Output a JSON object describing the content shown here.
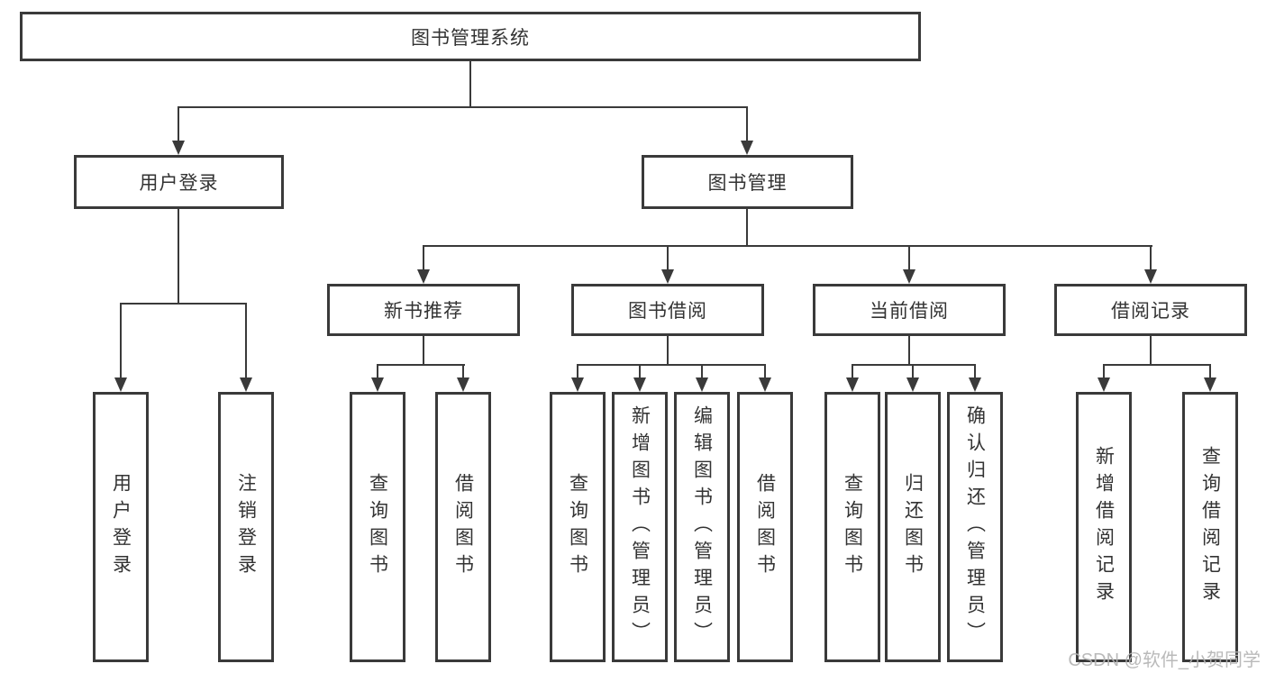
{
  "tree": {
    "label": "图书管理系统",
    "children": [
      {
        "label": "用户登录",
        "children": [
          {
            "label": "用户登录"
          },
          {
            "label": "注销登录"
          }
        ]
      },
      {
        "label": "图书管理",
        "children": [
          {
            "label": "新书推荐",
            "children": [
              {
                "label": "查询图书"
              },
              {
                "label": "借阅图书"
              }
            ]
          },
          {
            "label": "图书借阅",
            "children": [
              {
                "label": "查询图书"
              },
              {
                "label": "新增图书（管理员）"
              },
              {
                "label": "编辑图书（管理员）"
              },
              {
                "label": "借阅图书"
              }
            ]
          },
          {
            "label": "当前借阅",
            "children": [
              {
                "label": "查询图书"
              },
              {
                "label": "归还图书"
              },
              {
                "label": "确认归还（管理员）"
              }
            ]
          },
          {
            "label": "借阅记录",
            "children": [
              {
                "label": "新增借阅记录"
              },
              {
                "label": "查询借阅记录"
              }
            ]
          }
        ]
      }
    ]
  },
  "watermark": {
    "text": "CSDN @软件_小贺同学"
  },
  "colors": {
    "line": "#3a3a3a",
    "text": "#333333",
    "wm": "#b3b3b3"
  }
}
